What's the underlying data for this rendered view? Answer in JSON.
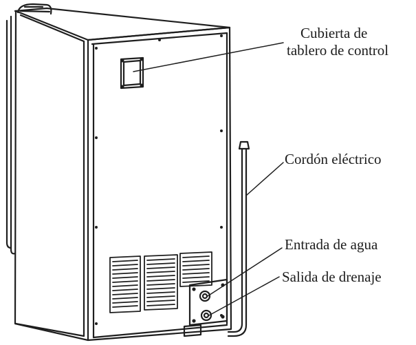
{
  "labels": {
    "panel_cover_line1": "Cubierta de",
    "panel_cover_line2": "tablero de control",
    "power_cord": "Cordón eléctrico",
    "water_inlet": "Entrada de agua",
    "drain_outlet": "Salida de drenaje"
  },
  "colors": {
    "line": "#1e1e1e",
    "background": "#ffffff"
  }
}
